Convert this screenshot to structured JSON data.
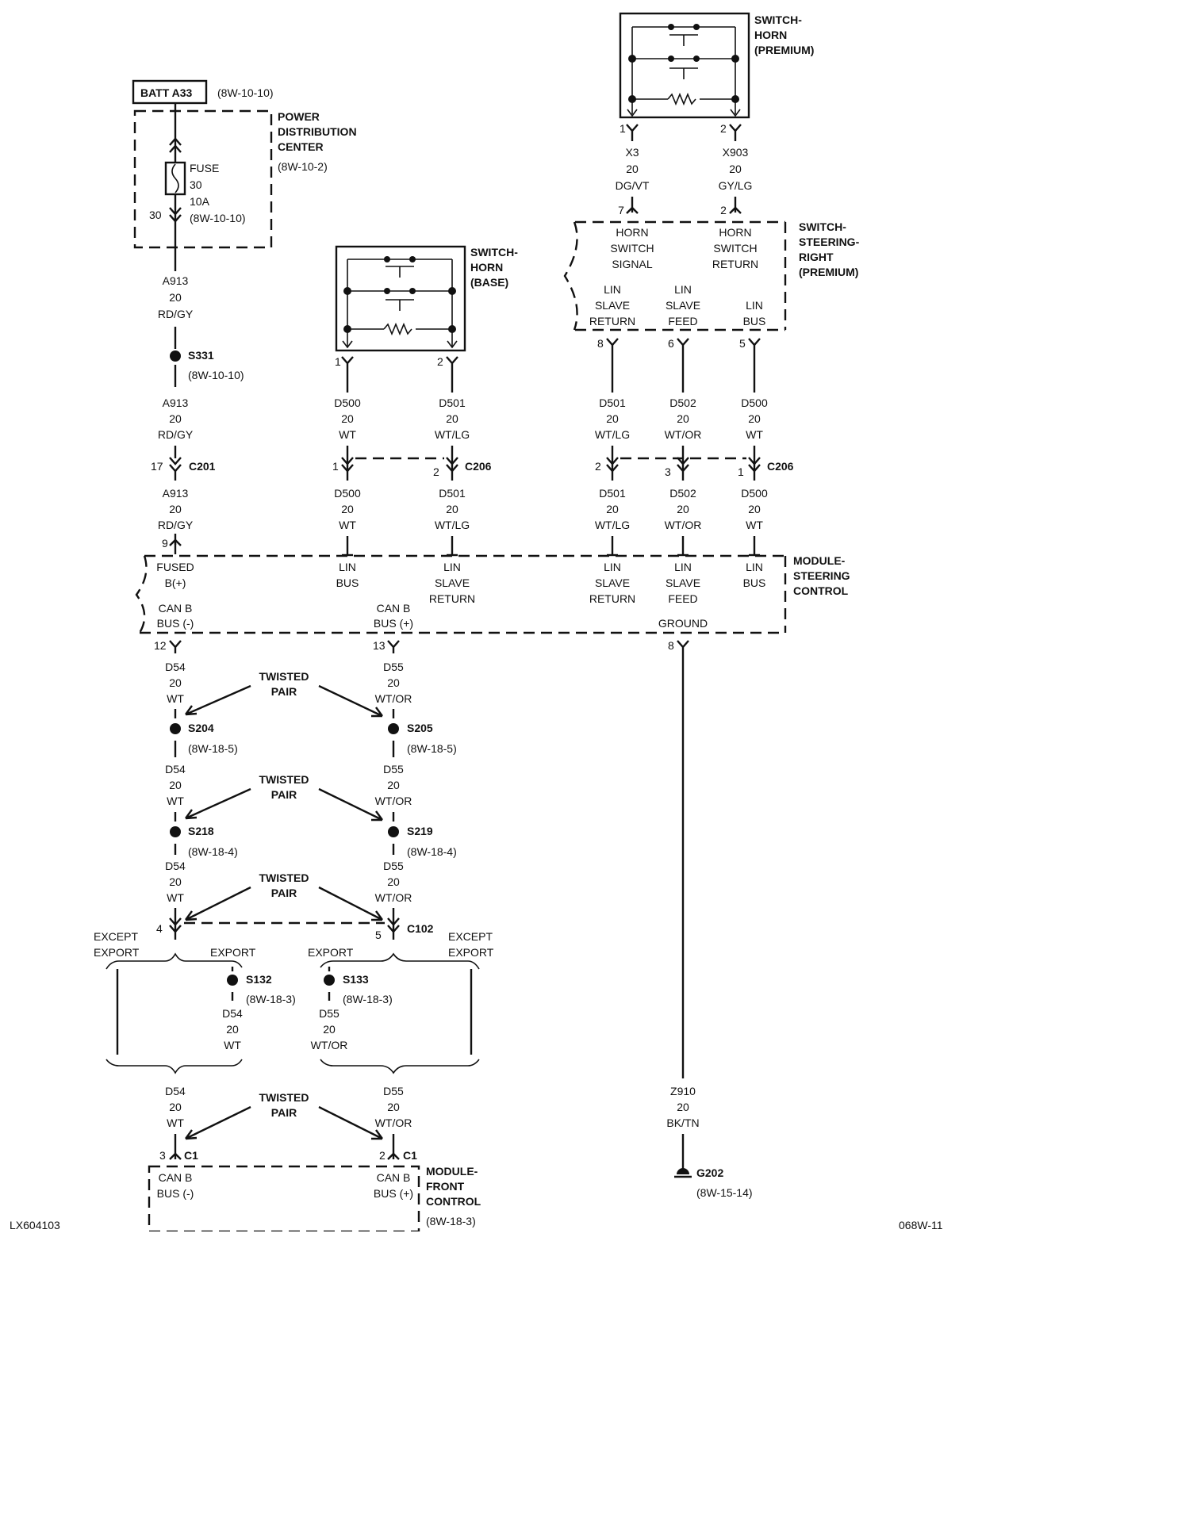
{
  "diagram_id": "LX604103",
  "page_ref": "068W-11",
  "batt": {
    "label": "BATT A33",
    "ref": "(8W-10-10)"
  },
  "pdc": {
    "line1": "POWER",
    "line2": "DISTRIBUTION",
    "line3": "CENTER",
    "ref": "(8W-10-2)",
    "fuse_label": "FUSE",
    "fuse_num": "30",
    "fuse_amp": "10A",
    "fuse_ref": "(8W-10-10)",
    "pin": "30"
  },
  "a913": {
    "circuit": "A913",
    "gauge": "20",
    "color": "RD/GY"
  },
  "s331": {
    "label": "S331",
    "ref": "(8W-10-10)"
  },
  "c201": {
    "label": "C201",
    "pin": "17"
  },
  "scm_pin9": "9",
  "horn_base": {
    "line1": "SWITCH-",
    "line2": "HORN",
    "line3": "(BASE)",
    "pin1": "1",
    "pin2": "2"
  },
  "horn_prem": {
    "line1": "SWITCH-",
    "line2": "HORN",
    "line3": "(PREMIUM)",
    "pin1": "1",
    "pin2": "2"
  },
  "x3": {
    "circuit": "X3",
    "gauge": "20",
    "color": "DG/VT",
    "pin": "7"
  },
  "x903": {
    "circuit": "X903",
    "gauge": "20",
    "color": "GY/LG",
    "pin": "2"
  },
  "ssr": {
    "line1": "SWITCH-",
    "line2": "STEERING-",
    "line3": "RIGHT",
    "line4": "(PREMIUM)",
    "hs_signal": [
      "HORN",
      "SWITCH",
      "SIGNAL"
    ],
    "hs_return": [
      "HORN",
      "SWITCH",
      "RETURN"
    ],
    "lin_sr": [
      "LIN",
      "SLAVE",
      "RETURN"
    ],
    "lin_sf": [
      "LIN",
      "SLAVE",
      "FEED"
    ],
    "lin_bus": [
      "LIN",
      "BUS"
    ],
    "pin8": "8",
    "pin6": "6",
    "pin5": "5"
  },
  "d500": {
    "circuit": "D500",
    "gauge": "20",
    "color": "WT"
  },
  "d501": {
    "circuit": "D501",
    "gauge": "20",
    "color": "WT/LG"
  },
  "d502": {
    "circuit": "D502",
    "gauge": "20",
    "color": "WT/OR"
  },
  "c206": {
    "label": "C206",
    "p1": "1",
    "p2": "2",
    "p3": "3"
  },
  "scm": {
    "line1": "MODULE-",
    "line2": "STEERING",
    "line3": "CONTROL",
    "fused": [
      "FUSED",
      "B(+)"
    ],
    "lin_bus": [
      "LIN",
      "BUS"
    ],
    "lin_sr": [
      "LIN",
      "SLAVE",
      "RETURN"
    ],
    "lin_sf": [
      "LIN",
      "SLAVE",
      "FEED"
    ],
    "canb_minus": [
      "CAN B",
      "BUS (-)"
    ],
    "canb_plus": [
      "CAN B",
      "BUS (+)"
    ],
    "ground": "GROUND",
    "pin12": "12",
    "pin13": "13",
    "pin8": "8"
  },
  "d54": {
    "circuit": "D54",
    "gauge": "20",
    "color": "WT"
  },
  "d55": {
    "circuit": "D55",
    "gauge": "20",
    "color": "WT/OR"
  },
  "twisted": {
    "line1": "TWISTED",
    "line2": "PAIR"
  },
  "splices": {
    "s204": {
      "label": "S204",
      "ref": "(8W-18-5)"
    },
    "s205": {
      "label": "S205",
      "ref": "(8W-18-5)"
    },
    "s218": {
      "label": "S218",
      "ref": "(8W-18-4)"
    },
    "s219": {
      "label": "S219",
      "ref": "(8W-18-4)"
    },
    "s132": {
      "label": "S132",
      "ref": "(8W-18-3)"
    },
    "s133": {
      "label": "S133",
      "ref": "(8W-18-3)"
    }
  },
  "c102": {
    "label": "C102",
    "p4": "4",
    "p5": "5"
  },
  "export": {
    "except": "EXCEPT",
    "export": "EXPORT"
  },
  "z910": {
    "circuit": "Z910",
    "gauge": "20",
    "color": "BK/TN"
  },
  "g202": {
    "label": "G202",
    "ref": "(8W-15-14)"
  },
  "fcm": {
    "line1": "MODULE-",
    "line2": "FRONT",
    "line3": "CONTROL",
    "ref": "(8W-18-3)",
    "canb_minus": [
      "CAN B",
      "BUS (-)"
    ],
    "canb_plus": [
      "CAN B",
      "BUS (+)"
    ],
    "c1": "C1",
    "pin3": "3",
    "pin2": "2"
  }
}
